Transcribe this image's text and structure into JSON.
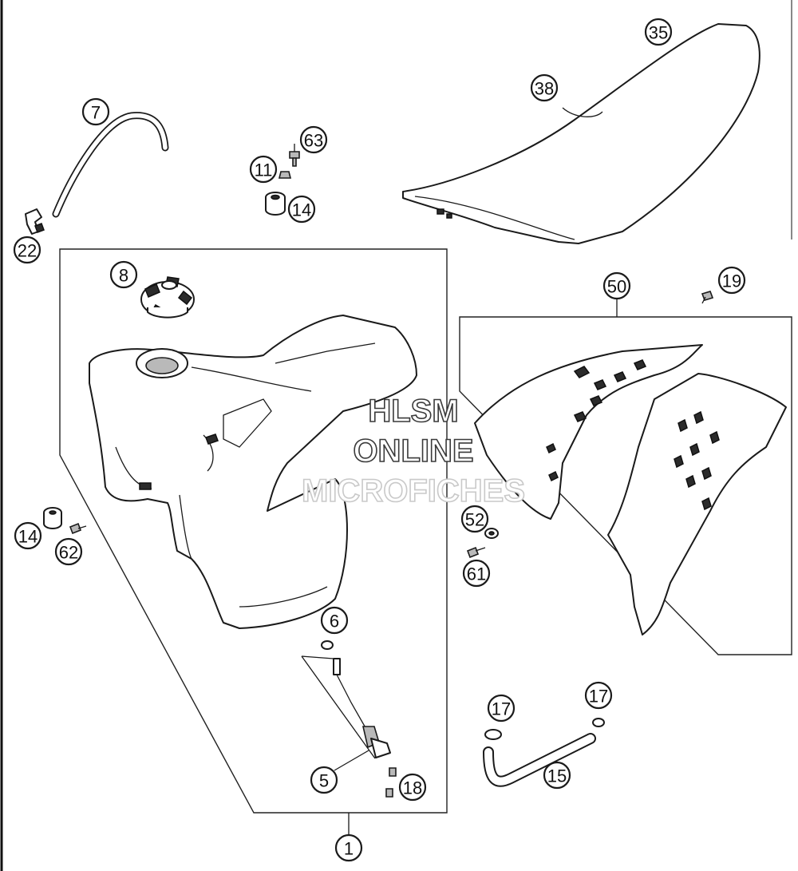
{
  "diagram": {
    "callouts": [
      {
        "id": "c35",
        "label": "35"
      },
      {
        "id": "c38",
        "label": "38"
      },
      {
        "id": "c7",
        "label": "7"
      },
      {
        "id": "c63",
        "label": "63"
      },
      {
        "id": "c11",
        "label": "11"
      },
      {
        "id": "c14a",
        "label": "14"
      },
      {
        "id": "c22",
        "label": "22"
      },
      {
        "id": "c8",
        "label": "8"
      },
      {
        "id": "c50",
        "label": "50"
      },
      {
        "id": "c19",
        "label": "19"
      },
      {
        "id": "c14b",
        "label": "14"
      },
      {
        "id": "c62",
        "label": "62"
      },
      {
        "id": "c52",
        "label": "52"
      },
      {
        "id": "c61",
        "label": "61"
      },
      {
        "id": "c6",
        "label": "6"
      },
      {
        "id": "c17a",
        "label": "17"
      },
      {
        "id": "c17b",
        "label": "17"
      },
      {
        "id": "c15",
        "label": "15"
      },
      {
        "id": "c5",
        "label": "5"
      },
      {
        "id": "c18",
        "label": "18"
      },
      {
        "id": "c1",
        "label": "1"
      }
    ]
  },
  "watermark": {
    "line1": "HLSM",
    "line2": "ONLINE",
    "line3": "MICROFICHES"
  }
}
